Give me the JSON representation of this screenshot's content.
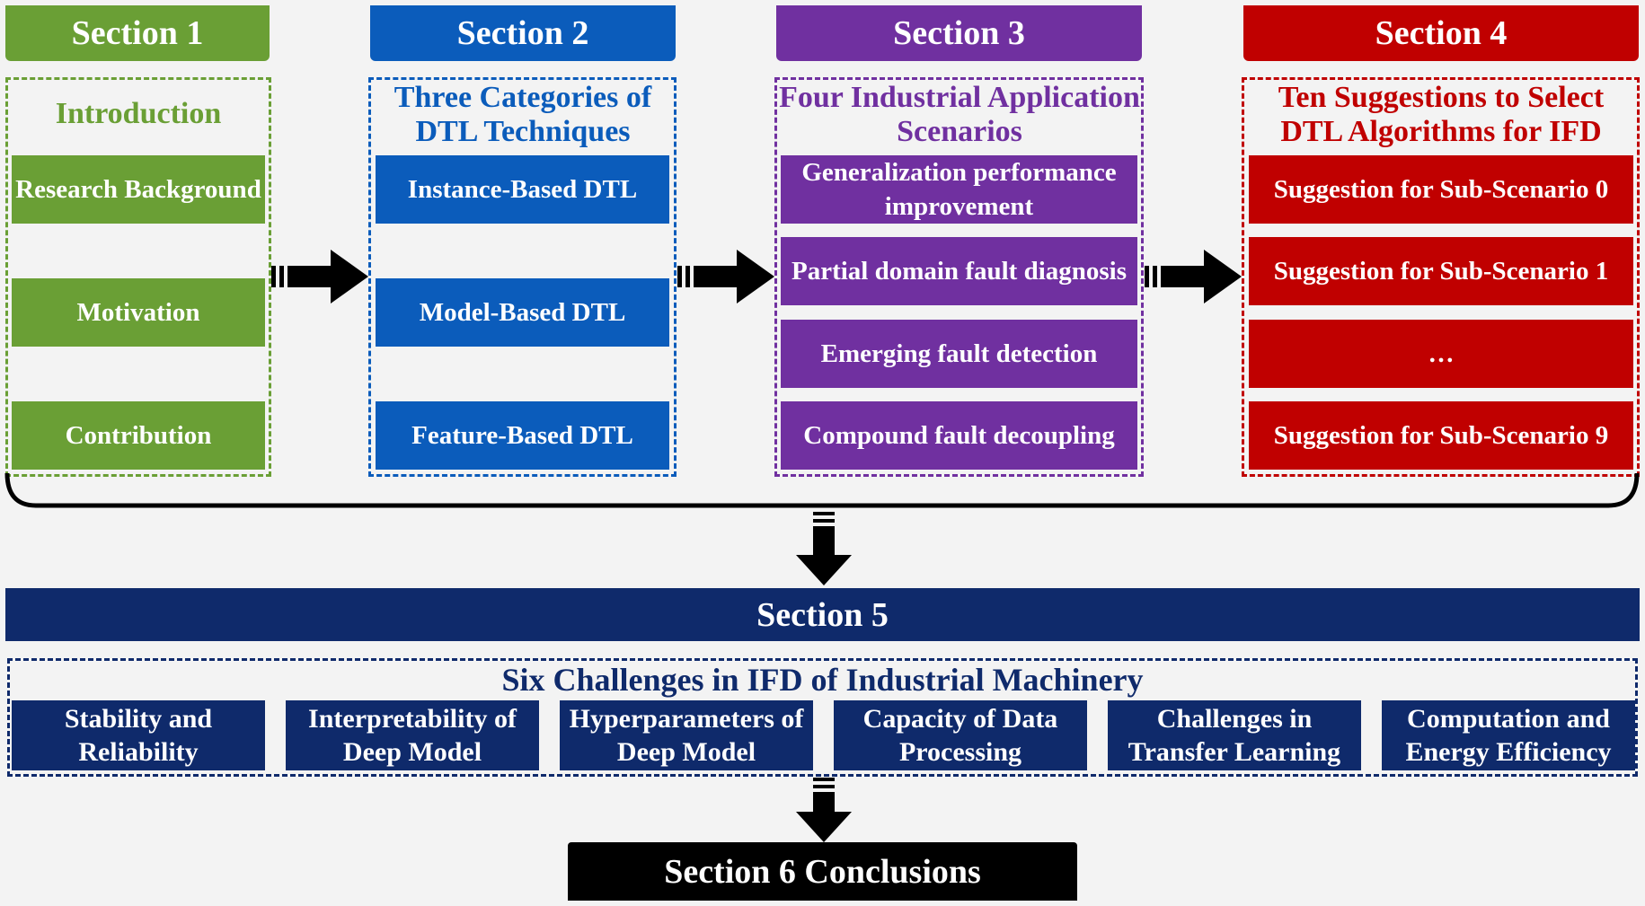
{
  "section1": {
    "header": "Section 1",
    "title": "Introduction",
    "items": [
      "Research Background",
      "Motivation",
      "Contribution"
    ],
    "color": "#6a9f35"
  },
  "section2": {
    "header": "Section 2",
    "title": "Three Categories of DTL Techniques",
    "items": [
      "Instance-Based DTL",
      "Model-Based DTL",
      "Feature-Based DTL"
    ],
    "color": "#0b5cbb"
  },
  "section3": {
    "header": "Section 3",
    "title": "Four Industrial Application Scenarios",
    "items": [
      "Generalization performance improvement",
      "Partial domain fault diagnosis",
      "Emerging fault detection",
      "Compound fault decoupling"
    ],
    "color": "#7030a0"
  },
  "section4": {
    "header": "Section 4",
    "title": "Ten Suggestions to Select DTL Algorithms for IFD",
    "items": [
      "Suggestion for Sub-Scenario 0",
      "Suggestion for Sub-Scenario 1",
      "…",
      "Suggestion for Sub-Scenario 9"
    ],
    "color": "#c00000"
  },
  "section5": {
    "header": "Section 5",
    "title": "Six Challenges in IFD of Industrial Machinery",
    "items": [
      "Stability and Reliability",
      "Interpretability of Deep Model",
      "Hyperparameters of Deep Model",
      "Capacity of Data Processing",
      "Challenges in Transfer Learning",
      "Computation and Energy Efficiency"
    ],
    "color": "#0f2a6b"
  },
  "section6": {
    "header": "Section 6 Conclusions"
  }
}
